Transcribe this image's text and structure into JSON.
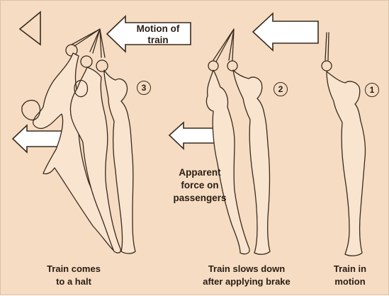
{
  "labels": {
    "motion_of_train_line1": "Motion of",
    "motion_of_train_line2": "train",
    "apparent_force_line1": "Apparent",
    "apparent_force_line2": "force on",
    "apparent_force_line3": "passengers"
  },
  "stages": [
    {
      "number": "3",
      "caption_line1": "Train comes",
      "caption_line2": "to a halt"
    },
    {
      "number": "2",
      "caption_line1": "Train slows down",
      "caption_line2": "after applying brake"
    },
    {
      "number": "1",
      "caption_line1": "Train in",
      "caption_line2": "motion"
    }
  ],
  "colors": {
    "background": "#f5dcc2",
    "line": "#3a2a1e",
    "arrow_fill": "#ffffff"
  }
}
